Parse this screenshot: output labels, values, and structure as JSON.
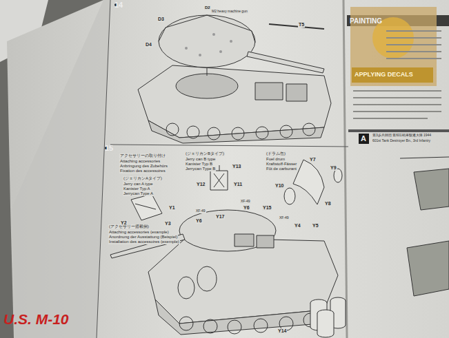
{
  "diagram": {
    "nodes": [
      {
        "text": [
          "14"
        ]
      },
      {
        "text": [
          "15"
        ]
      },
      {
        "text": [
          "A"
        ]
      }
    ],
    "labels": [
      "D3",
      "D4",
      "D2",
      "M2 heavy machine gun",
      "T5",
      "(ジェリカンAタイプ)",
      "Jerry can A type",
      "Kanister Typ A",
      "Jerrycan Type A",
      "Y1",
      "Y2",
      "Y3",
      "(ジェリカンBタイプ)",
      "Jerry can B type",
      "Kanister Typ B",
      "Jerrycan Type B",
      "Y13",
      "Y12",
      "Y11",
      "(ドラム缶)",
      "Fuel drum",
      "Kraftstoff-Fässer",
      "Fût de carburant",
      "Y7",
      "Y9",
      "Y10",
      "Y8",
      "(アクセサリー搭載例)",
      "Attaching accessories (example)",
      "Anordnung der Ausstattung (Beispiel)",
      "Installation des accessoires (exemple)",
      "XF-49",
      "Y6",
      "XF-49",
      "Y15",
      "Y17",
      "Y6",
      "XF-49",
      "Y4",
      "Y5",
      "Y14",
      "PAINTING",
      "APPLYING DECALS",
      "第3歩兵師団 第601戦車駆逐大隊 1944",
      "601st Tank Destroyer Bn., 3rd Infantry",
      "U.S. M-10",
      "アクセサリーの取り付け",
      "Attaching accessories",
      "Anbringung des Zubehörs",
      "Fixation des accessoires"
    ]
  }
}
